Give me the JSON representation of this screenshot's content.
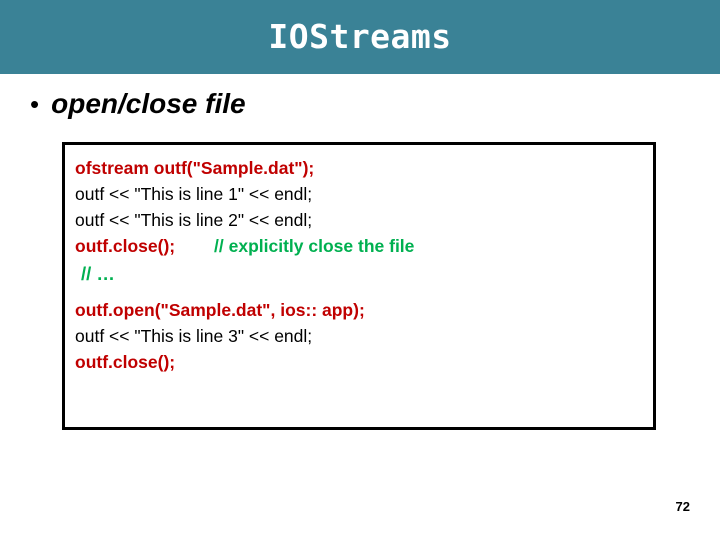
{
  "slide": {
    "title": "IOStreams",
    "title_bar_color": "#3A8296",
    "bullet": {
      "marker": "•",
      "text": "open/close file"
    },
    "page_number": "72",
    "code_box": {
      "border_color": "#000000",
      "colors": {
        "red": "#C00000",
        "green": "#00B050",
        "black": "#000000"
      },
      "lines": [
        {
          "text": "ofstream outf(\"Sample.dat\");",
          "color": "red"
        },
        {
          "text": "outf << \"This is line 1\" << endl;",
          "color": "black"
        },
        {
          "text": "outf << \"This is line 2\" << endl;",
          "color": "black"
        },
        {
          "text": "outf.close();",
          "color": "red",
          "comment": "// explicitly close the file",
          "comment_color": "green"
        },
        {
          "text": "// …",
          "color": "green"
        },
        {
          "text": "outf.open(\"Sample.dat\", ios:: app);",
          "color": "red"
        },
        {
          "text": "outf << \"This is line 3\" << endl;",
          "color": "black"
        },
        {
          "text": "outf.close();",
          "color": "red"
        }
      ]
    }
  }
}
